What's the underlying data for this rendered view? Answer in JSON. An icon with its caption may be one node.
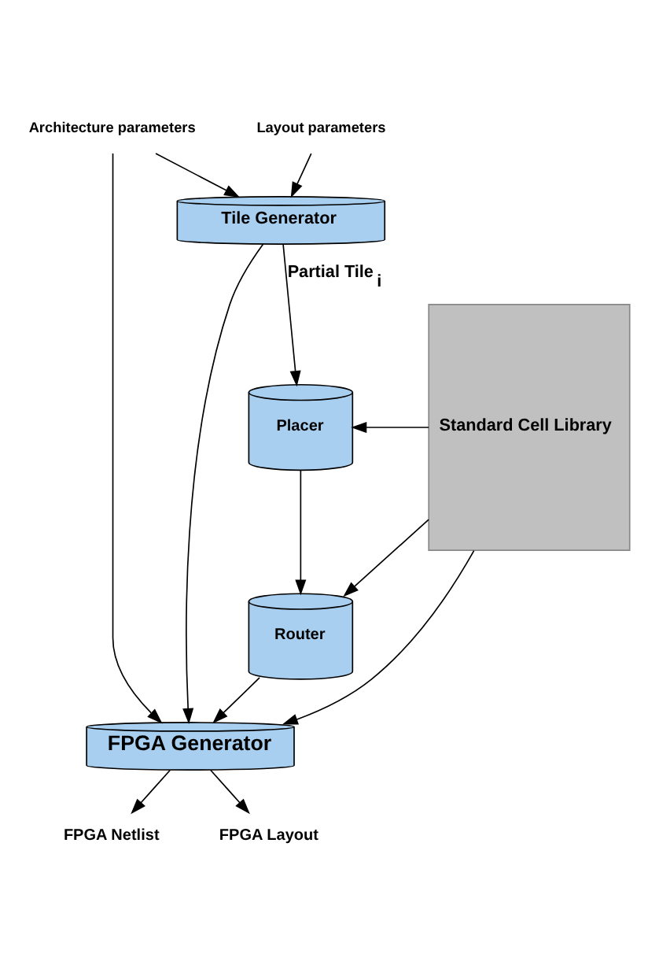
{
  "diagram": {
    "nodes": [
      {
        "text": [
          "Architecture parameters"
        ]
      },
      {
        "text": [
          "Layout parameters"
        ]
      },
      {
        "text": [
          "Tile Generator"
        ]
      },
      {
        "text": [
          "Placer"
        ]
      },
      {
        "text": [
          "Router"
        ]
      },
      {
        "text": [
          "FPGA Generator"
        ]
      },
      {
        "text": [
          "Standard Cell Library"
        ]
      },
      {
        "text": [
          "FPGA Netlist"
        ]
      },
      {
        "text": [
          "FPGA Layout"
        ]
      }
    ],
    "edges": [
      {
        "from": 0,
        "to": 2,
        "arrow": "to"
      },
      {
        "from": 0,
        "to": 5,
        "arrow": "to"
      },
      {
        "from": 1,
        "to": 2,
        "arrow": "to"
      },
      {
        "from": 2,
        "to": 3,
        "arrow": "to",
        "label": "Partial Tile$_{i}$"
      },
      {
        "from": 3,
        "to": 4,
        "arrow": "to"
      },
      {
        "from": 4,
        "to": 5,
        "arrow": "to"
      },
      {
        "from": 2,
        "to": 5,
        "arrow": "to"
      },
      {
        "from": 6,
        "to": 3,
        "arrow": "to"
      },
      {
        "from": 6,
        "to": 4,
        "arrow": "to"
      },
      {
        "from": 6,
        "to": 5,
        "arrow": "to"
      },
      {
        "from": 5,
        "to": 7,
        "arrow": "to"
      },
      {
        "from": 5,
        "to": 8,
        "arrow": "to"
      }
    ]
  }
}
